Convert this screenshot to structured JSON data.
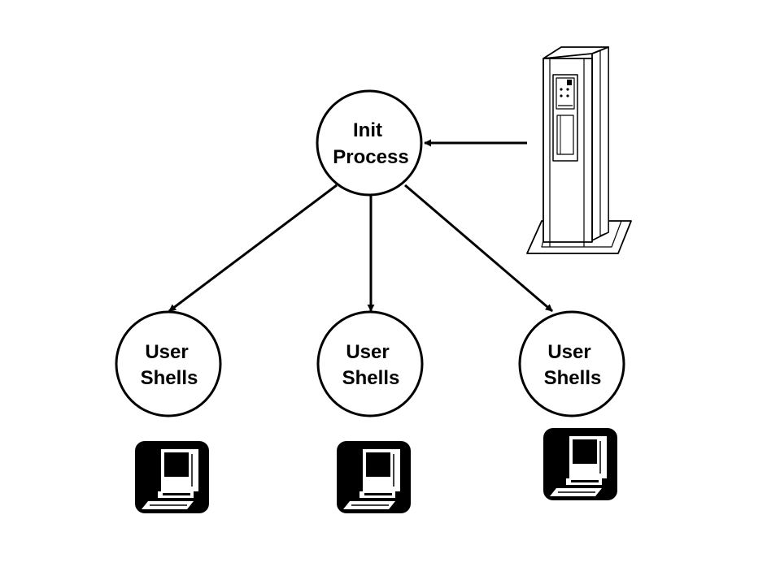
{
  "diagram": {
    "init": {
      "line1": "Init",
      "line2": "Process"
    },
    "shells": [
      {
        "line1": "User",
        "line2": "Shells"
      },
      {
        "line1": "User",
        "line2": "Shells"
      },
      {
        "line1": "User",
        "line2": "Shells"
      }
    ],
    "icons": {
      "server": "server-tower-icon",
      "terminal": "desktop-computer-icon"
    },
    "colors": {
      "ink": "#000000",
      "background": "#ffffff"
    }
  }
}
